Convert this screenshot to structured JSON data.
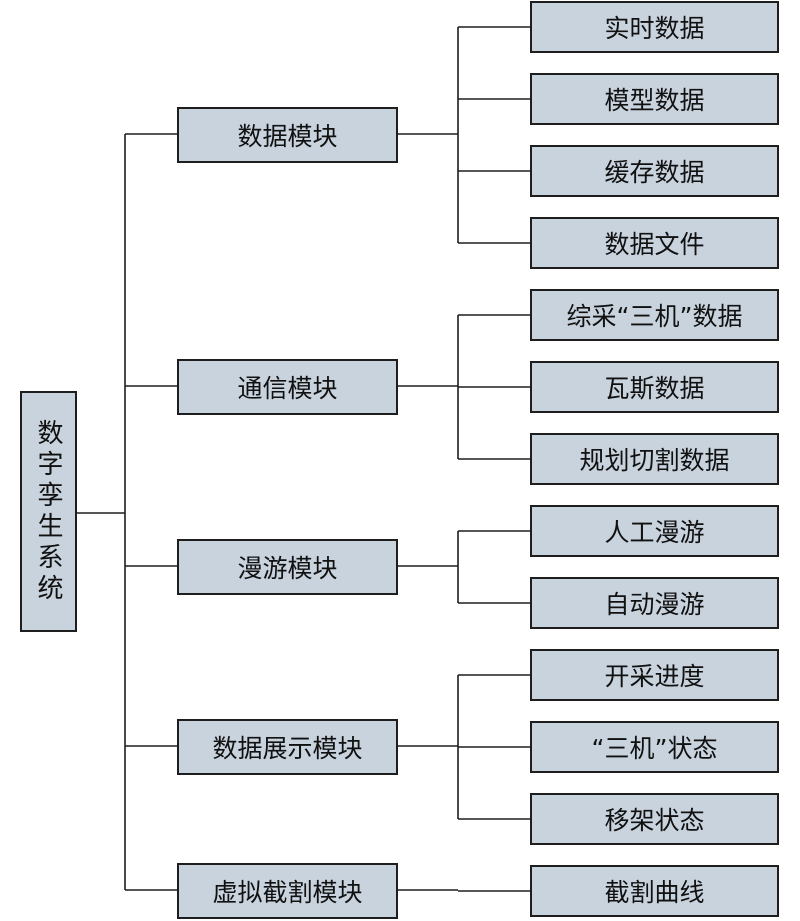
{
  "root": {
    "label": "数字孪生系统"
  },
  "modules": [
    {
      "label": "数据模块",
      "children": [
        "实时数据",
        "模型数据",
        "缓存数据",
        "数据文件"
      ]
    },
    {
      "label": "通信模块",
      "children": [
        "综采“三机”数据",
        "瓦斯数据",
        "规划切割数据"
      ]
    },
    {
      "label": "漫游模块",
      "children": [
        "人工漫游",
        "自动漫游"
      ]
    },
    {
      "label": "数据展示模块",
      "children": [
        "开采进度",
        "“三机”状态",
        "移架状态"
      ]
    },
    {
      "label": "虚拟截割模块",
      "children": [
        "截割曲线"
      ]
    }
  ]
}
